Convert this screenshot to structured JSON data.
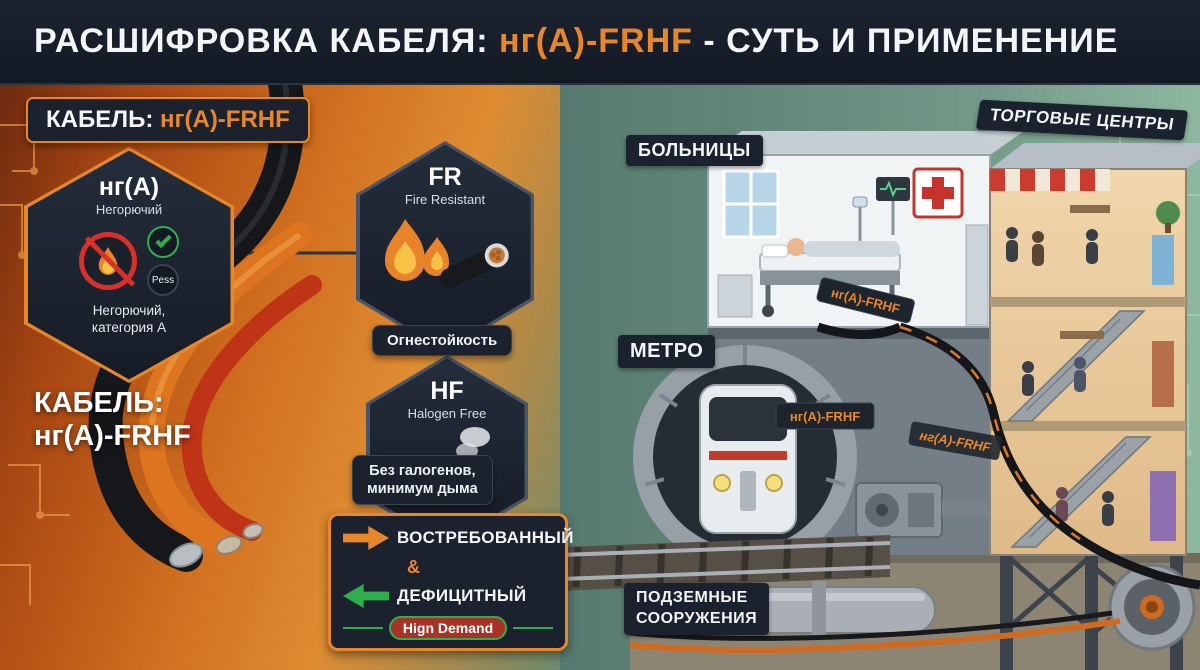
{
  "header": {
    "title_prefix": "РАСШИФРОВКА КАБЕЛЯ: ",
    "title_code": "нг(А)-FRHF",
    "title_suffix": " - СУТЬ И ПРИМЕНЕНИЕ"
  },
  "left": {
    "badge_label": "КАБЕЛЬ: ",
    "badge_code": "нг(А)-FRHF",
    "nga": {
      "code": "нг(А)",
      "subtitle": "Негорючий",
      "pess_label": "Pess",
      "caption_line1": "Негорючий,",
      "caption_line2": "категория А"
    },
    "caption_line1": "КАБЕЛЬ:",
    "caption_line2": "нг(А)-FRHF"
  },
  "middle": {
    "fr": {
      "code": "FR",
      "subtitle": "Fire Resistant",
      "badge": "Огнестойкость"
    },
    "hf": {
      "code": "HF",
      "subtitle": "Halogen Free",
      "badge_line1": "Без галогенов,",
      "badge_line2": "минимум дыма"
    },
    "demand": {
      "line1": "ВОСТРЕБОВАННЫЙ",
      "amp": "&",
      "line2": "ДЕФИЦИТНЫЙ",
      "badge": "Hign Demand"
    }
  },
  "scene": {
    "label_hospitals": "БОЛЬНИЦЫ",
    "label_malls": "ТОРГОВЫЕ ЦЕНТРЫ",
    "label_metro": "МЕТРО",
    "label_underground_line1": "ПОДЗЕМНЫЕ",
    "label_underground_line2": "СООРУЖЕНИЯ",
    "cable_tags": [
      "нг(А)-FRHF",
      "нг(А)-FRHF",
      "нг(А)-FRHF"
    ]
  },
  "colors": {
    "accent_orange": "#e8872a",
    "panel_dark": "#1b222e",
    "green": "#2fae4e",
    "badge_red": "#a93226"
  }
}
